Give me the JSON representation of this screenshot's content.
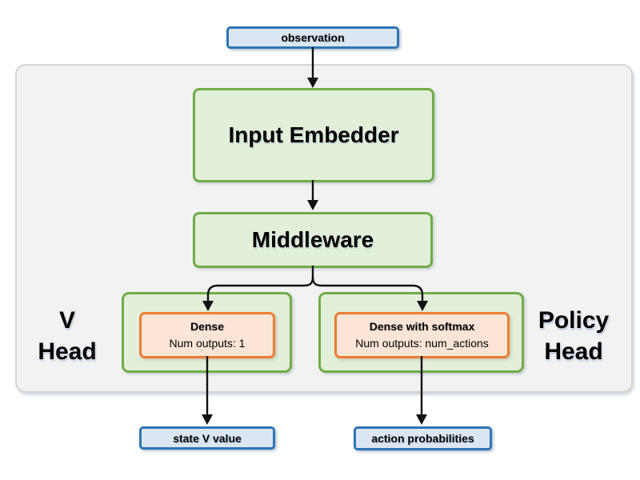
{
  "nodes": {
    "observation": {
      "label": "observation"
    },
    "input_embedder": {
      "label": "Input Embedder"
    },
    "middleware": {
      "label": "Middleware"
    },
    "v_head": {
      "group_label": [
        "V",
        "Head"
      ],
      "dense": {
        "title": "Dense",
        "subtitle": "Num outputs: 1"
      },
      "output": {
        "label": "state V value"
      }
    },
    "policy_head": {
      "group_label": [
        "Policy",
        "Head"
      ],
      "dense": {
        "title": "Dense with softmax",
        "subtitle": "Num outputs: num_actions"
      },
      "output": {
        "label": "action probabilities"
      }
    }
  },
  "colors": {
    "io_fill": "#dbe6f2",
    "io_border": "#2e75b6",
    "block_fill": "#e2efda",
    "block_border": "#70ad47",
    "dense_fill": "#fce4d6",
    "dense_border": "#ed7d31",
    "container_fill": "#f2f2f2",
    "container_border": "#d4d4d4",
    "arrow": "#111111"
  }
}
